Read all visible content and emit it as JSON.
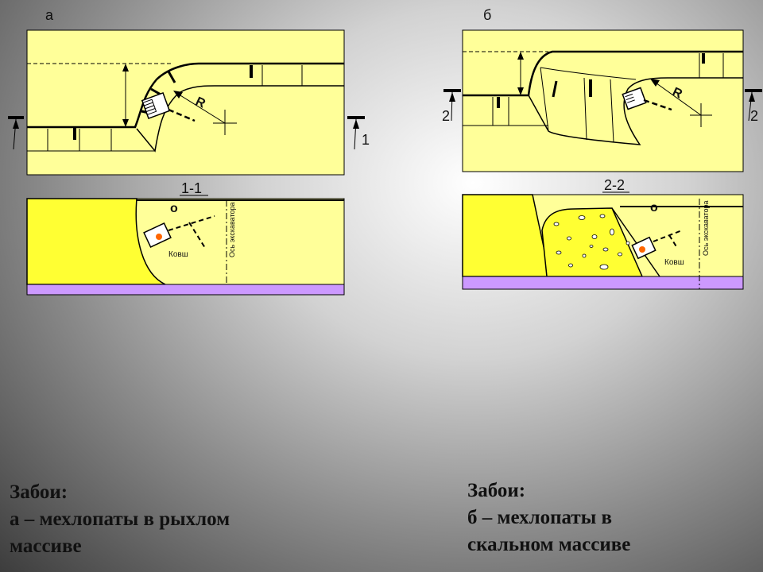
{
  "diagram_a": {
    "label": "а",
    "radius_label": "R",
    "section_mark": "1",
    "section_title": "1-1",
    "bucket_label": "Ковш",
    "axis_label": "Ось экскаватора",
    "pivot_mark": "о"
  },
  "diagram_b": {
    "label": "б",
    "radius_label": "R",
    "section_mark": "2",
    "section_title": "2-2",
    "bucket_label": "Ковш",
    "axis_label": "Ось экскаватора",
    "pivot_mark": "о"
  },
  "captions": {
    "left": {
      "line1": "Забои:",
      "line2": "а – мехлопаты в рыхлом",
      "line3": "массиве"
    },
    "right": {
      "line1": "Забои:",
      "line2": "б – мехлопаты в",
      "line3": "скальном массиве"
    }
  },
  "colors": {
    "soil": "#ffff99",
    "soil_bright": "#ffff33",
    "base": "#cc99ff",
    "outline": "#000000",
    "bucket_dot": "#ff6600"
  }
}
